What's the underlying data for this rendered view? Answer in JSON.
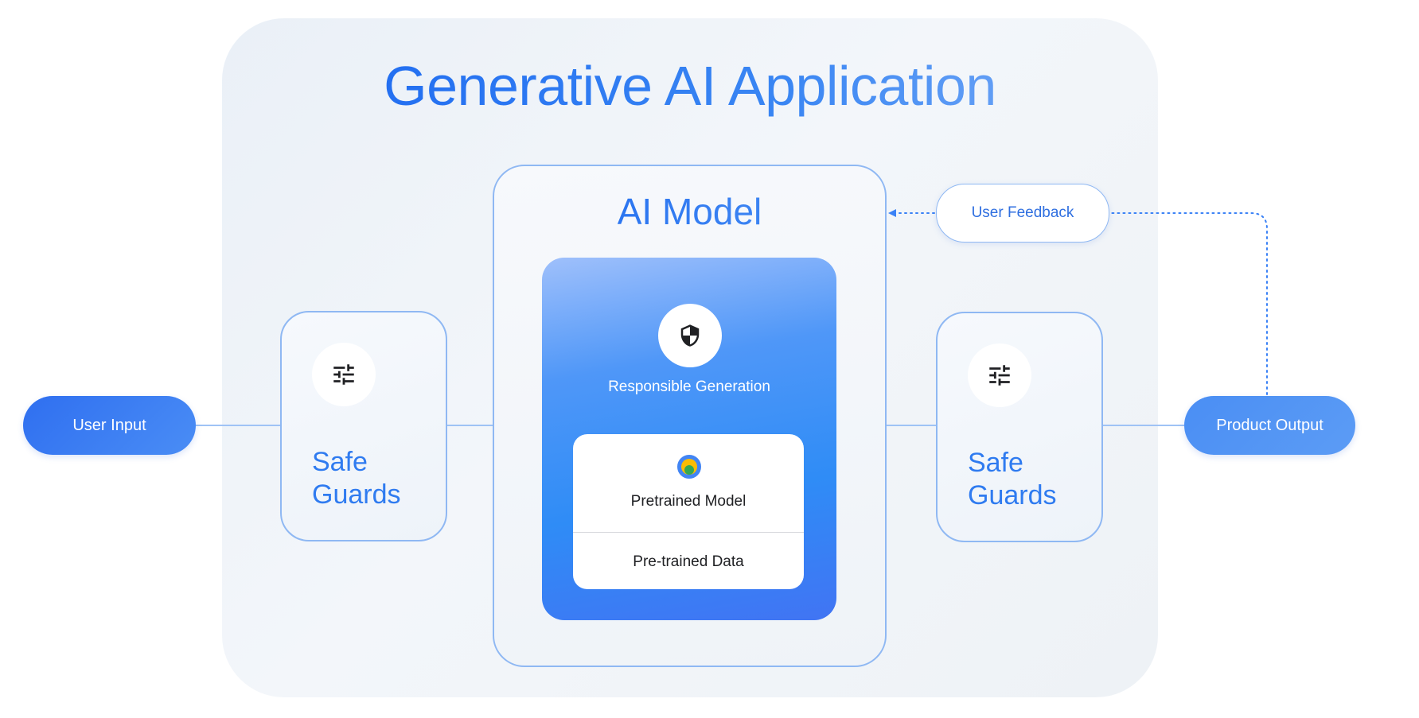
{
  "app": {
    "title": "Generative AI Application"
  },
  "input": {
    "label": "User Input"
  },
  "output": {
    "label": "Product Output"
  },
  "safeguards": [
    {
      "line1": "Safe",
      "line2": "Guards",
      "icon": "tune-sliders-icon"
    },
    {
      "line1": "Safe",
      "line2": "Guards",
      "icon": "tune-sliders-icon"
    }
  ],
  "model": {
    "title": "AI Model",
    "responsible_label": "Responsible Generation",
    "responsible_icon": "shield-icon",
    "pretrained_model_label": "Pretrained Model",
    "pretrained_model_icon": "model-logo-icon",
    "pretrained_data_label": "Pre-trained Data"
  },
  "feedback": {
    "label": "User Feedback"
  },
  "colors": {
    "accent": "#2f74ee",
    "pill_blue": "#3a7ff2",
    "connector": "#9fc3f5",
    "feedback_dots": "#3b82f6"
  }
}
